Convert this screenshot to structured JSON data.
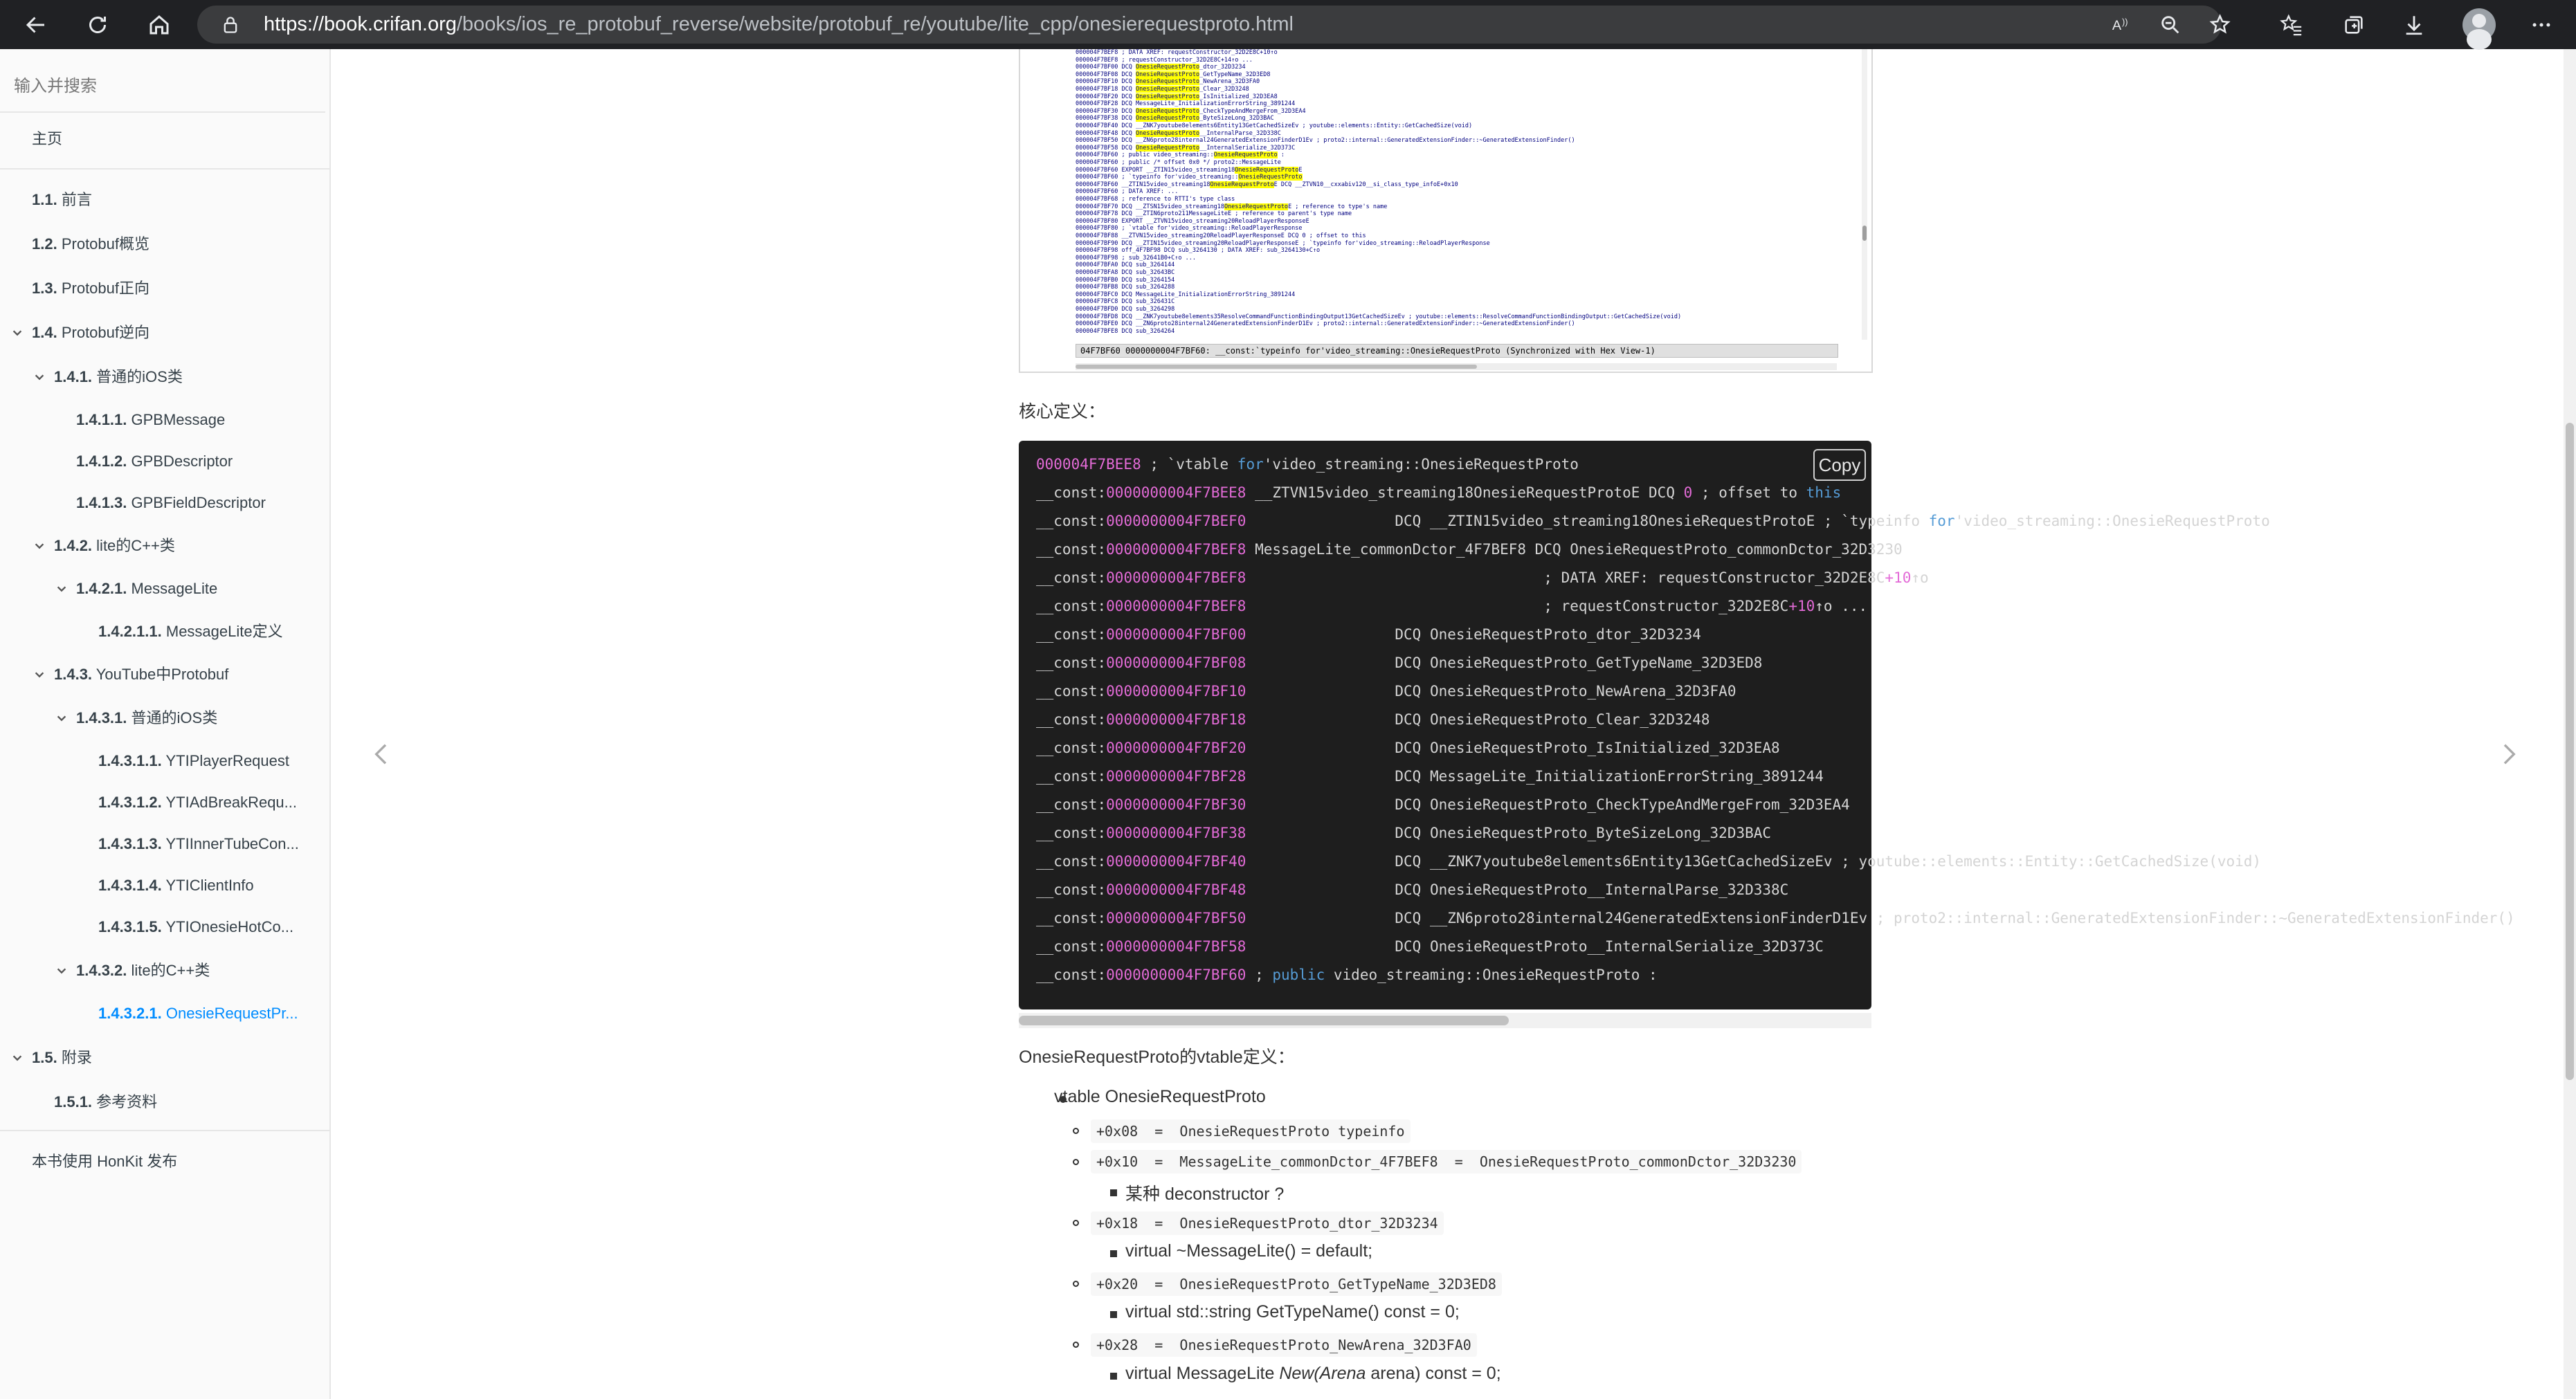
{
  "browser": {
    "url_host": "https://book.crifan.org",
    "url_path": "/books/ios_re_protobuf_reverse/website/protobuf_re/youtube/lite_cpp/onesierequestproto.html",
    "read_aloud_icon": "read-aloud-icon",
    "zoom_icon": "zoom-out-icon",
    "favorite_add_icon": "star-add-icon",
    "favorites_icon": "favorites-icon",
    "collections_icon": "collections-icon",
    "download_icon": "download-icon",
    "more_icon": "more-icon"
  },
  "sidebar": {
    "search_placeholder": "输入并搜索",
    "items": [
      {
        "num": "",
        "label": "主页"
      },
      {
        "num": "1.1.",
        "label": "前言"
      },
      {
        "num": "1.2.",
        "label": "Protobuf概览"
      },
      {
        "num": "1.3.",
        "label": "Protobuf正向"
      },
      {
        "num": "1.4.",
        "label": "Protobuf逆向"
      },
      {
        "num": "1.4.1.",
        "label": "普通的iOS类"
      },
      {
        "num": "1.4.1.1.",
        "label": "GPBMessage"
      },
      {
        "num": "1.4.1.2.",
        "label": "GPBDescriptor"
      },
      {
        "num": "1.4.1.3.",
        "label": "GPBFieldDescriptor"
      },
      {
        "num": "1.4.2.",
        "label": "lite的C++类"
      },
      {
        "num": "1.4.2.1.",
        "label": "MessageLite"
      },
      {
        "num": "1.4.2.1.1.",
        "label": "MessageLite定义"
      },
      {
        "num": "1.4.3.",
        "label": "YouTube中Protobuf"
      },
      {
        "num": "1.4.3.1.",
        "label": "普通的iOS类"
      },
      {
        "num": "1.4.3.1.1.",
        "label": "YTIPlayerRequest"
      },
      {
        "num": "1.4.3.1.2.",
        "label": "YTIAdBreakRequ..."
      },
      {
        "num": "1.4.3.1.3.",
        "label": "YTIInnerTubeCon..."
      },
      {
        "num": "1.4.3.1.4.",
        "label": "YTIClientInfo"
      },
      {
        "num": "1.4.3.1.5.",
        "label": "YTIOnesieHotCo..."
      },
      {
        "num": "1.4.3.2.",
        "label": "lite的C++类"
      },
      {
        "num": "1.4.3.2.1.",
        "label": "OnesieRequestPr..."
      },
      {
        "num": "1.5.",
        "label": "附录"
      },
      {
        "num": "1.5.1.",
        "label": "参考资料"
      },
      {
        "num": "",
        "label": "本书使用 HonKit 发布"
      }
    ]
  },
  "ida": {
    "lines": [
      "000004F7BEF8                                 ; DATA XREF: requestConstructor_32D2E8C+10↑o",
      "000004F7BEF8                                 ; requestConstructor_32D2E8C+14↑o ...",
      "000004F7BF00                 DCQ OnesieRequestProto_dtor_32D3234",
      "000004F7BF08                 DCQ OnesieRequestProto_GetTypeName_32D3ED8",
      "000004F7BF10                 DCQ OnesieRequestProto_NewArena_32D3FA0",
      "000004F7BF18                 DCQ OnesieRequestProto_Clear_32D3248",
      "000004F7BF20                 DCQ OnesieRequestProto_IsInitialized_32D3EA8",
      "000004F7BF28                 DCQ MessageLite_InitializationErrorString_3891244",
      "000004F7BF30                 DCQ OnesieRequestProto_CheckTypeAndMergeFrom_32D3EA4",
      "000004F7BF38                 DCQ OnesieRequestProto_ByteSizeLong_32D3BAC",
      "000004F7BF40                 DCQ __ZNK7youtube8elements6Entity13GetCachedSizeEv ; youtube::elements::Entity::GetCachedSize(void)",
      "000004F7BF48                 DCQ OnesieRequestProto__InternalParse_32D338C",
      "000004F7BF50                 DCQ __ZN6proto28internal24GeneratedExtensionFinderD1Ev ; proto2::internal::GeneratedExtensionFinder::~GeneratedExtensionFinder()",
      "000004F7BF58                 DCQ OnesieRequestProto__InternalSerialize_32D373C",
      "000004F7BF60 ; public video_streaming::OnesieRequestProto :",
      "000004F7BF60 ;   public /* offset 0x0 */ proto2::MessageLite",
      "000004F7BF60                 EXPORT __ZTIN15video_streaming18OnesieRequestProtoE",
      "000004F7BF60 ; `typeinfo for'video_streaming::OnesieRequestProto",
      "000004F7BF60 __ZTIN15video_streaming18OnesieRequestProtoE DCQ __ZTVN10__cxxabiv120__si_class_type_infoE+0x10",
      "000004F7BF60                                 ; DATA XREF: ...",
      "000004F7BF68                                 ; reference to RTTI's type class",
      "000004F7BF70                 DCQ __ZTSN15video_streaming18OnesieRequestProtoE ; reference to type's name",
      "000004F7BF78                 DCQ __ZTIN6proto211MessageLiteE ; reference to parent's type name",
      "000004F7BF80                 EXPORT __ZTVN15video_streaming20ReloadPlayerResponseE",
      "000004F7BF80 ; `vtable for'video_streaming::ReloadPlayerResponse",
      "000004F7BF88 __ZTVN15video_streaming20ReloadPlayerResponseE DCQ 0 ; offset to this",
      "000004F7BF90                 DCQ __ZTIN15video_streaming20ReloadPlayerResponseE ; `typeinfo for'video_streaming::ReloadPlayerResponse",
      "000004F7BF98 off_4F7BF98     DCQ sub_3264130        ; DATA XREF: sub_3264130+C↑o",
      "000004F7BF98                                 ; sub_32641B0+C↑o ...",
      "000004F7BFA0                 DCQ sub_3264144",
      "000004F7BFA8                 DCQ sub_32643BC",
      "000004F7BFB0                 DCQ sub_3264154",
      "000004F7BFB8                 DCQ sub_3264288",
      "000004F7BFC0                 DCQ MessageLite_InitializationErrorString_3891244",
      "000004F7BFC8                 DCQ sub_326431C",
      "000004F7BFD0                 DCQ sub_3264298",
      "000004F7BFD8                 DCQ __ZNK7youtube8elements35ResolveCommandFunctionBindingOutput13GetCachedSizeEv ; youtube::elements::ResolveCommandFunctionBindingOutput::GetCachedSize(void)",
      "000004F7BFE0                 DCQ __ZN6proto28internal24GeneratedExtensionFinderD1Ev ; proto2::internal::GeneratedExtensionFinder::~GeneratedExtensionFinder()",
      "000004F7BFE8                 DCQ sub_3264264"
    ],
    "status": "04F7BF60  0000000004F7BF60: __const:`typeinfo for'video_streaming::OnesieRequestProto  (Synchronized with Hex View-1)"
  },
  "content": {
    "core_def_label": "核心定义：",
    "copy_label": "Copy",
    "code_lines": [
      {
        "seg": "000004F7BEE8",
        "rest": " ; `vtable for'video_streaming::OnesieRequestProto"
      },
      {
        "seg": "__const:",
        "addr": "0000000004F7BEE8",
        "rest": " __ZTVN15video_streaming18OnesieRequestProtoE DCQ 0 ; offset to this"
      },
      {
        "seg": "__const:",
        "addr": "0000000004F7BEF0",
        "rest": "                 DCQ __ZTIN15video_streaming18OnesieRequestProtoE ; `typeinfo for'video_streaming::OnesieRequestProto"
      },
      {
        "seg": "__const:",
        "addr": "0000000004F7BEF8",
        "rest": " MessageLite_commonDctor_4F7BEF8 DCQ OnesieRequestProto_commonDctor_32D3230"
      },
      {
        "seg": "__const:",
        "addr": "0000000004F7BEF8",
        "rest": "                                  ; DATA XREF: requestConstructor_32D2E8C+10↑o"
      },
      {
        "seg": "__const:",
        "addr": "0000000004F7BEF8",
        "rest": "                                  ; requestConstructor_32D2E8C+10↑o ..."
      },
      {
        "seg": "__const:",
        "addr": "0000000004F7BF00",
        "rest": "                 DCQ OnesieRequestProto_dtor_32D3234"
      },
      {
        "seg": "__const:",
        "addr": "0000000004F7BF08",
        "rest": "                 DCQ OnesieRequestProto_GetTypeName_32D3ED8"
      },
      {
        "seg": "__const:",
        "addr": "0000000004F7BF10",
        "rest": "                 DCQ OnesieRequestProto_NewArena_32D3FA0"
      },
      {
        "seg": "__const:",
        "addr": "0000000004F7BF18",
        "rest": "                 DCQ OnesieRequestProto_Clear_32D3248"
      },
      {
        "seg": "__const:",
        "addr": "0000000004F7BF20",
        "rest": "                 DCQ OnesieRequestProto_IsInitialized_32D3EA8"
      },
      {
        "seg": "__const:",
        "addr": "0000000004F7BF28",
        "rest": "                 DCQ MessageLite_InitializationErrorString_3891244"
      },
      {
        "seg": "__const:",
        "addr": "0000000004F7BF30",
        "rest": "                 DCQ OnesieRequestProto_CheckTypeAndMergeFrom_32D3EA4"
      },
      {
        "seg": "__const:",
        "addr": "0000000004F7BF38",
        "rest": "                 DCQ OnesieRequestProto_ByteSizeLong_32D3BAC"
      },
      {
        "seg": "__const:",
        "addr": "0000000004F7BF40",
        "rest": "                 DCQ __ZNK7youtube8elements6Entity13GetCachedSizeEv ; youtube::elements::Entity::GetCachedSize(void)"
      },
      {
        "seg": "__const:",
        "addr": "0000000004F7BF48",
        "rest": "                 DCQ OnesieRequestProto__InternalParse_32D338C"
      },
      {
        "seg": "__const:",
        "addr": "0000000004F7BF50",
        "rest": "                 DCQ __ZN6proto28internal24GeneratedExtensionFinderD1Ev ; proto2::internal::GeneratedExtensionFinder::~GeneratedExtensionFinder()"
      },
      {
        "seg": "__const:",
        "addr": "0000000004F7BF58",
        "rest": "                 DCQ OnesieRequestProto__InternalSerialize_32D373C"
      },
      {
        "seg": "__const:",
        "addr": "0000000004F7BF60",
        "rest": " ; public video_streaming::OnesieRequestProto :"
      }
    ],
    "vtable_def_label": "OnesieRequestProto的vtable定义：",
    "list": {
      "top": "vtable OnesieRequestProto",
      "e0": "+0x08  =  OnesieRequestProto typeinfo",
      "e1": "+0x10  =  MessageLite_commonDctor_4F7BEF8  =  OnesieRequestProto_commonDctor_32D3230",
      "e1_sub": "某种 deconstructor ?",
      "e2": "+0x18  =  OnesieRequestProto_dtor_32D3234",
      "e2_sub": "virtual ~MessageLite() = default;",
      "e3": "+0x20  =  OnesieRequestProto_GetTypeName_32D3ED8",
      "e3_sub": "virtual std::string GetTypeName() const = 0;",
      "e4": "+0x28  =  OnesieRequestProto_NewArena_32D3FA0",
      "e4_sub_a": "virtual MessageLite ",
      "e4_sub_b": "New(Arena",
      "e4_sub_c": " arena) const = 0;"
    }
  }
}
